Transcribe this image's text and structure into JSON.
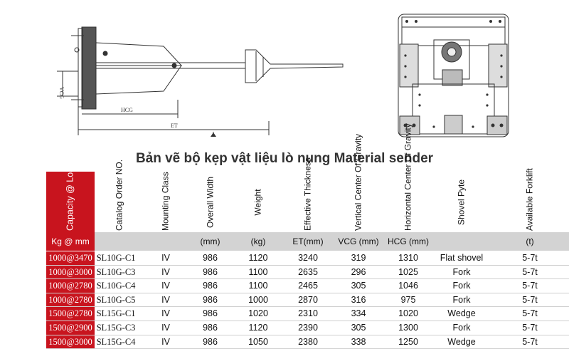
{
  "caption": "Bản vẽ bộ kẹp vật liệu lò nung Material sender",
  "side_drawing": {
    "labels": {
      "vcg": "VCG",
      "hcg": "HCG",
      "et": "ET"
    }
  },
  "table": {
    "header": [
      "Capacity @ Load Center",
      "Catalog Order NO.",
      "Mounting Class",
      "Overall Width",
      "Weight",
      "Effective Thickness",
      "Vertical Center Of Gravity",
      "Horizontal Center Of Gravity",
      "Shovel Pyte",
      "Available Forklift"
    ],
    "units": [
      "Kg @ mm",
      "",
      "",
      "(mm)",
      "(kg)",
      "ET(mm)",
      "VCG (mm)",
      "HCG (mm)",
      "",
      "(t)"
    ],
    "rows": [
      [
        "1000@3470",
        "SL10G-C1",
        "IV",
        "986",
        "1120",
        "3240",
        "319",
        "1310",
        "Flat shovel",
        "5-7t"
      ],
      [
        "1000@3000",
        "SL10G-C3",
        "IV",
        "986",
        "1100",
        "2635",
        "296",
        "1025",
        "Fork",
        "5-7t"
      ],
      [
        "1000@2780",
        "SL10G-C4",
        "IV",
        "986",
        "1100",
        "2465",
        "305",
        "1046",
        "Fork",
        "5-7t"
      ],
      [
        "1000@2780",
        "SL10G-C5",
        "IV",
        "986",
        "1000",
        "2870",
        "316",
        "975",
        "Fork",
        "5-7t"
      ],
      [
        "1500@2780",
        "SL15G-C1",
        "IV",
        "986",
        "1020",
        "2310",
        "334",
        "1020",
        "Wedge",
        "5-7t"
      ],
      [
        "1500@2900",
        "SL15G-C3",
        "IV",
        "986",
        "1120",
        "2390",
        "305",
        "1300",
        "Fork",
        "5-7t"
      ],
      [
        "1500@3000",
        "SL15G-C4",
        "IV",
        "986",
        "1050",
        "2380",
        "338",
        "1250",
        "Wedge",
        "5-7t"
      ]
    ]
  }
}
